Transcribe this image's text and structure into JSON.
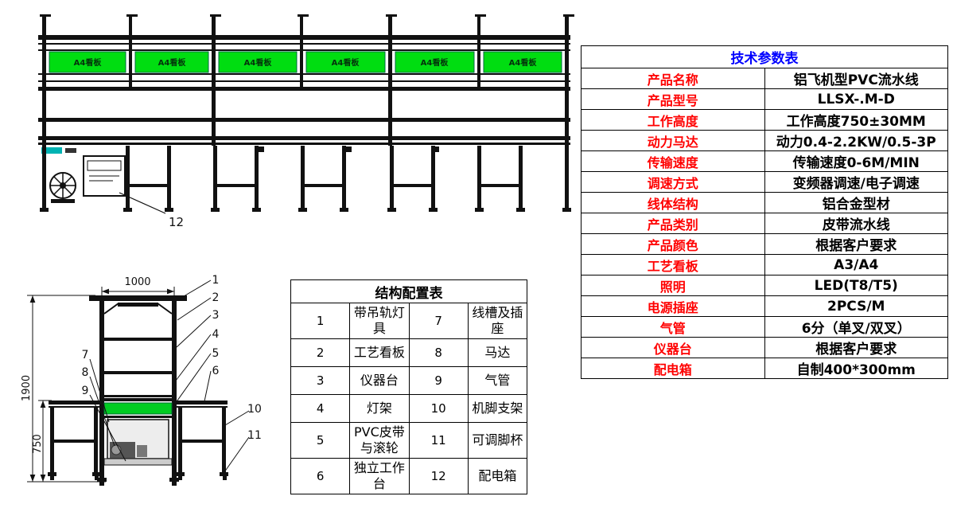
{
  "colors": {
    "panel_green": "#00dd11",
    "belt_green": "#00cc22",
    "title_blue": "#0000ff",
    "label_red": "#ff0000",
    "brand_teal": "#00b3b3"
  },
  "side_view": {
    "panel_text": "A4看板",
    "callout_label": "12"
  },
  "front_view": {
    "dim_width": "1000",
    "dim_total_height": "1900",
    "dim_table_height": "750",
    "callouts": [
      "1",
      "2",
      "3",
      "4",
      "5",
      "6",
      "7",
      "8",
      "9",
      "10",
      "11"
    ]
  },
  "config_table": {
    "title": "结构配置表",
    "rows": [
      {
        "num_left": "1",
        "item_left": "带吊轨灯具",
        "num_right": "7",
        "item_right": "线槽及插座"
      },
      {
        "num_left": "2",
        "item_left": "工艺看板",
        "num_right": "8",
        "item_right": "马达"
      },
      {
        "num_left": "3",
        "item_left": "仪器台",
        "num_right": "9",
        "item_right": "气管"
      },
      {
        "num_left": "4",
        "item_left": "灯架",
        "num_right": "10",
        "item_right": "机脚支架"
      },
      {
        "num_left": "5",
        "item_left": "PVC皮带与滚轮",
        "num_right": "11",
        "item_right": "可调脚杯"
      },
      {
        "num_left": "6",
        "item_left": "独立工作台",
        "num_right": "12",
        "item_right": "配电箱"
      }
    ]
  },
  "tech_table": {
    "title": "技术参数表",
    "rows": [
      {
        "label": "产品名称",
        "value": "铝飞机型PVC流水线"
      },
      {
        "label": "产品型号",
        "value": "LLSX-.M-D"
      },
      {
        "label": "工作高度",
        "value": "工作高度750±30MM"
      },
      {
        "label": "动力马达",
        "value": "动力0.4-2.2KW/0.5-3P"
      },
      {
        "label": "传输速度",
        "value": "传输速度0-6M/MIN"
      },
      {
        "label": "调速方式",
        "value": "变频器调速/电子调速"
      },
      {
        "label": "线体结构",
        "value": "铝合金型材"
      },
      {
        "label": "产品类别",
        "value": "皮带流水线"
      },
      {
        "label": "产品颜色",
        "value": "根据客户要求"
      },
      {
        "label": "工艺看板",
        "value": "A3/A4"
      },
      {
        "label": "照明",
        "value": "LED(T8/T5)"
      },
      {
        "label": "电源插座",
        "value": "2PCS/M"
      },
      {
        "label": "气管",
        "value": "6分（单叉/双叉）"
      },
      {
        "label": "仪器台",
        "value": "根据客户要求"
      },
      {
        "label": "配电箱",
        "value": "自制400*300mm"
      }
    ]
  }
}
